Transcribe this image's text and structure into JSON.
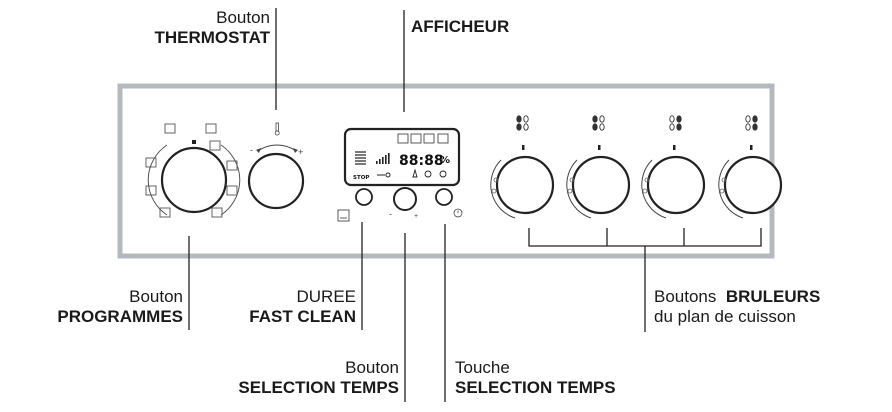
{
  "labels": {
    "thermostat": {
      "line1": "Bouton",
      "line2": "THERMOSTAT"
    },
    "afficheur": "AFFICHEUR",
    "programmes": {
      "line1": "Bouton",
      "line2": "PROGRAMMES"
    },
    "duree": {
      "line1": "DUREE",
      "line2": "FAST CLEAN"
    },
    "bruleurs": {
      "prefix": "Boutons",
      "bold": "BRULEURS",
      "line2": "du plan de cuisson"
    },
    "bouton_selection": {
      "line1": "Bouton",
      "line2": "SELECTION TEMPS"
    },
    "touche_selection": {
      "line1": "Touche",
      "line2": "SELECTION TEMPS"
    }
  },
  "display": {
    "time": "88:88",
    "percent": "%",
    "stop": "STOP",
    "knob_minus": "-",
    "knob_plus": "+"
  },
  "colors": {
    "panel_border": "#b4b9bf",
    "line": "#222222"
  },
  "icons": {
    "thermostat_symbol": "thermometer-icon",
    "burners": [
      "burner-back-left-icon",
      "burner-front-left-icon",
      "burner-front-right-icon",
      "burner-back-right-icon"
    ],
    "programme_icons": [
      "grill-icon",
      "fan-icon",
      "defrost-icon",
      "bottom-heat-icon",
      "top-heat-icon",
      "pizza-icon",
      "clean-icon"
    ]
  }
}
